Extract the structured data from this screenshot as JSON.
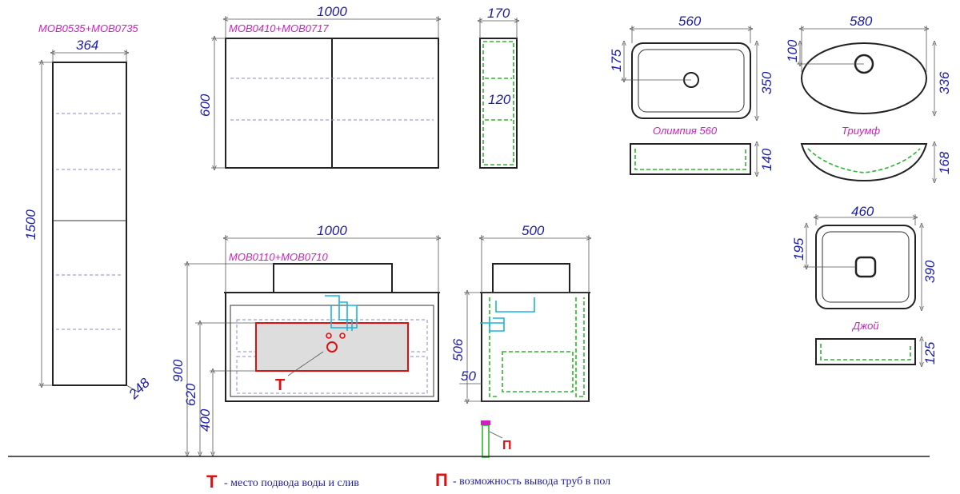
{
  "models": {
    "tall_cabinet": "MOB0535+MOB0735",
    "mirror_cabinet": "MOB0410+MOB0717",
    "vanity": "MOB0110+MOB0710"
  },
  "dimensions": {
    "tall_width": "364",
    "tall_height": "1500",
    "tall_depth": "248",
    "mirror_width": "1000",
    "mirror_height": "600",
    "mirror_depth": "170",
    "mirror_inner": "120",
    "vanity_width": "1000",
    "vanity_depth": "500",
    "vanity_height": "506",
    "vanity_offset": "50",
    "mount_900": "900",
    "mount_620": "620",
    "mount_400": "400",
    "olimpia_width": "560",
    "olimpia_hole": "175",
    "olimpia_depth": "350",
    "olimpia_height": "140",
    "triumf_width": "580",
    "triumf_hole": "100",
    "triumf_depth": "336",
    "triumf_height": "168",
    "joy_width": "460",
    "joy_hole": "195",
    "joy_depth": "390",
    "joy_height": "125"
  },
  "sinks": {
    "olimpia": "Олимпия 560",
    "triumf": "Триумф",
    "joy": "Джой"
  },
  "markers": {
    "t": "Т",
    "p": "П"
  },
  "legend": {
    "t_mark": "Т",
    "t_text": "- место подвода воды и слив",
    "p_mark": "П",
    "p_text": "- возможность вывода труб в пол"
  }
}
